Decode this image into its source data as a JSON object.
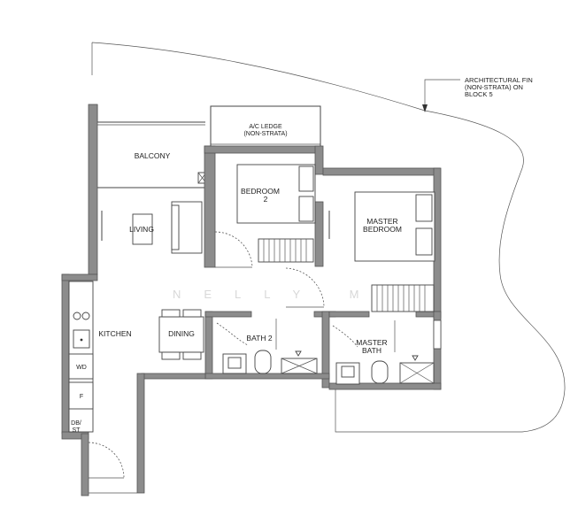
{
  "annotation": {
    "fin_line1": "ARCHITECTURAL FIN",
    "fin_line2": "(NON-STRATA) ON",
    "fin_line3": "BLOCK 5"
  },
  "rooms": {
    "balcony": "BALCONY",
    "ac_ledge_line1": "A/C LEDGE",
    "ac_ledge_line2": "(NON-STRATA)",
    "bedroom2_line1": "BEDROOM",
    "bedroom2_line2": "2",
    "master_bedroom_line1": "MASTER",
    "master_bedroom_line2": "BEDROOM",
    "living": "LIVING",
    "kitchen": "KITCHEN",
    "dining": "DINING",
    "bath2": "BATH 2",
    "master_bath_line1": "MASTER",
    "master_bath_line2": "BATH"
  },
  "fixtures": {
    "washer_dryer": "WD",
    "fridge": "F",
    "db_st_line1": "DB/",
    "db_st_line2": "ST"
  },
  "watermark": "NELLY MO"
}
